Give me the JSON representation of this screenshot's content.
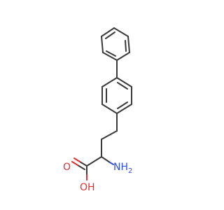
{
  "molecule": {
    "labels": {
      "amine": "NH",
      "amine_sub": "2",
      "carbonyl_oxygen": "O",
      "hydroxyl": "OH"
    },
    "colors": {
      "bond": "#3a3a3a",
      "oxygen": "#e03030",
      "nitrogen": "#3050e0",
      "background": "#ffffff"
    }
  }
}
